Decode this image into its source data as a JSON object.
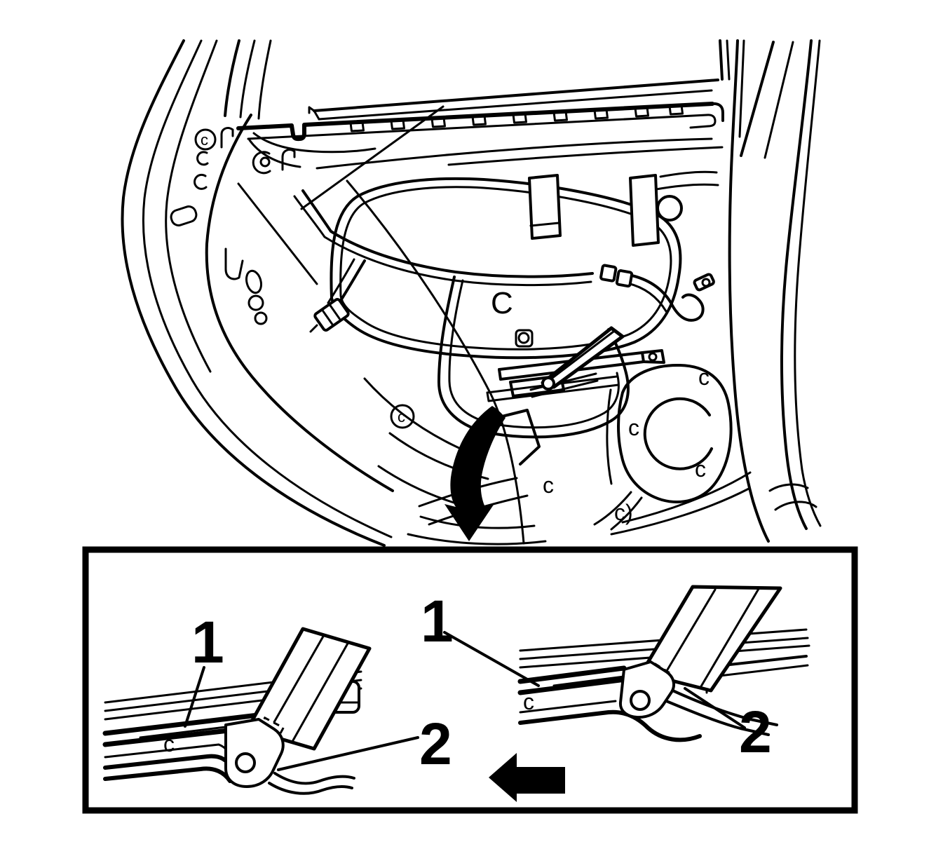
{
  "figure": {
    "background_color": "#ffffff",
    "line_color": "#000000",
    "description": "Rear door inner panel line illustration with window regulator detail inset"
  },
  "callouts": {
    "left_view": {
      "item1": "1",
      "item2": "2"
    },
    "right_view": {
      "item1": "1",
      "item2": "2"
    }
  },
  "marks": {
    "clip": "c",
    "clip_with_paren": "c)",
    "clip_large": "C"
  }
}
